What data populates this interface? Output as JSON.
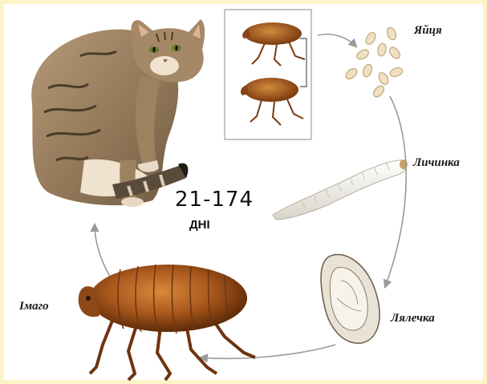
{
  "stages": {
    "eggs": "Яйця",
    "larva": "Личинка",
    "pupa": "Лялечка",
    "adult": "Імаго"
  },
  "duration": "21-174",
  "duration_unit": "ДНІ",
  "colors": {
    "background": "#fdf3c8",
    "panel": "#ffffff",
    "flea_body": "#a8581c",
    "arrow": "#9a9a9a"
  }
}
